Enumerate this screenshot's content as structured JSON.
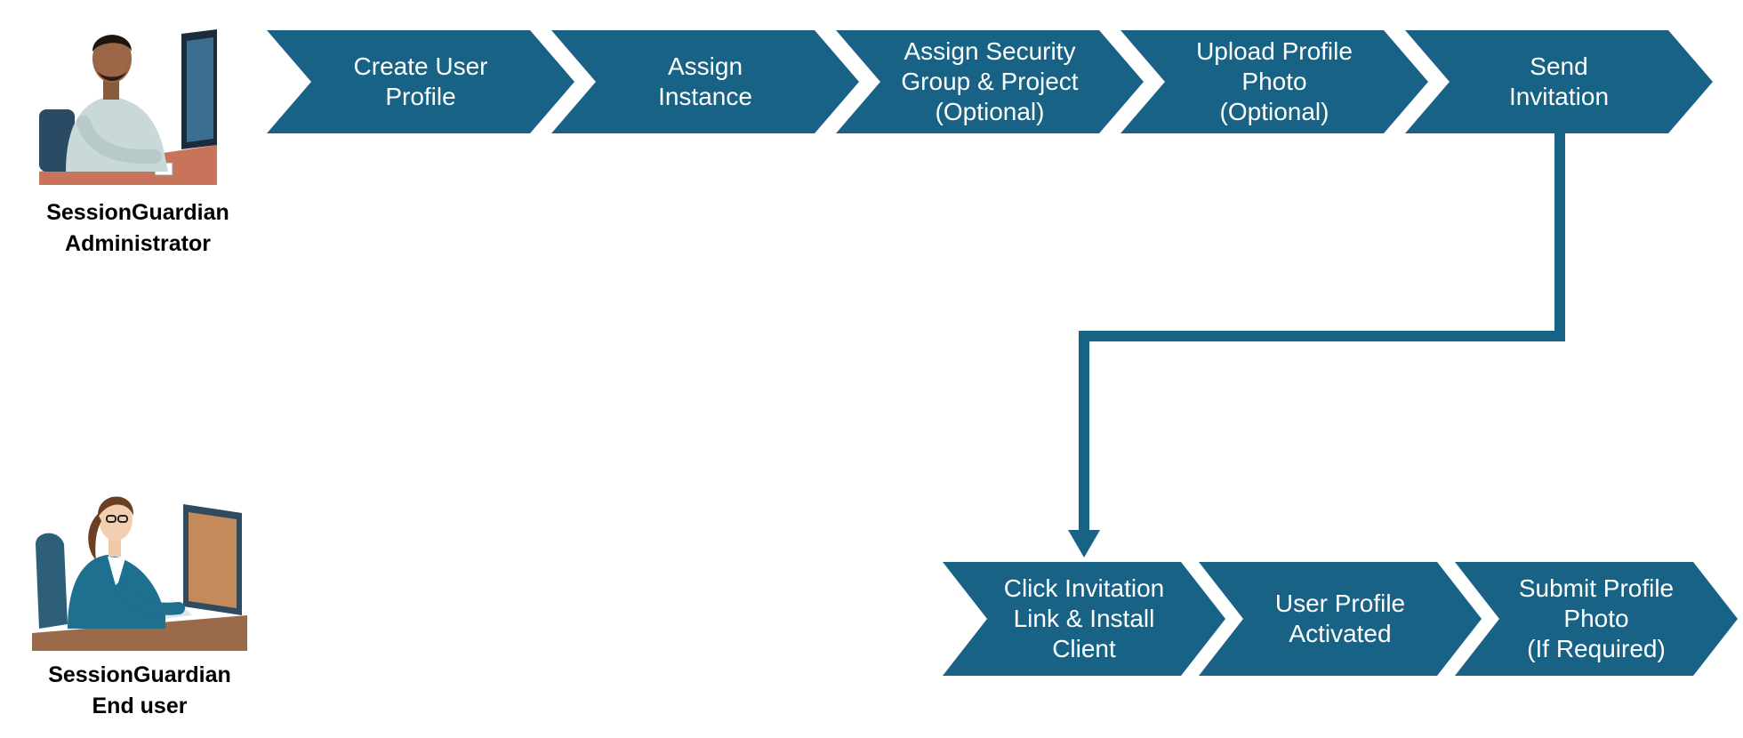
{
  "colors": {
    "step_fill": "#176285",
    "connector": "#176285",
    "label_text": "#000000",
    "step_text": "#ffffff"
  },
  "actors": {
    "admin": {
      "label": "SessionGuardian\nAdministrator",
      "icon": "administrator-at-computer-illustration"
    },
    "end_user": {
      "label": "SessionGuardian\nEnd user",
      "icon": "end-user-at-computer-illustration"
    }
  },
  "admin_steps": [
    {
      "label": "Create User\nProfile"
    },
    {
      "label": "Assign\nInstance"
    },
    {
      "label": "Assign Security\nGroup & Project\n(Optional)"
    },
    {
      "label": "Upload Profile\nPhoto\n(Optional)"
    },
    {
      "label": "Send\nInvitation"
    }
  ],
  "user_steps": [
    {
      "label": "Click Invitation\nLink & Install\nClient"
    },
    {
      "label": "User Profile\nActivated"
    },
    {
      "label": "Submit Profile\nPhoto\n(If Required)"
    }
  ]
}
